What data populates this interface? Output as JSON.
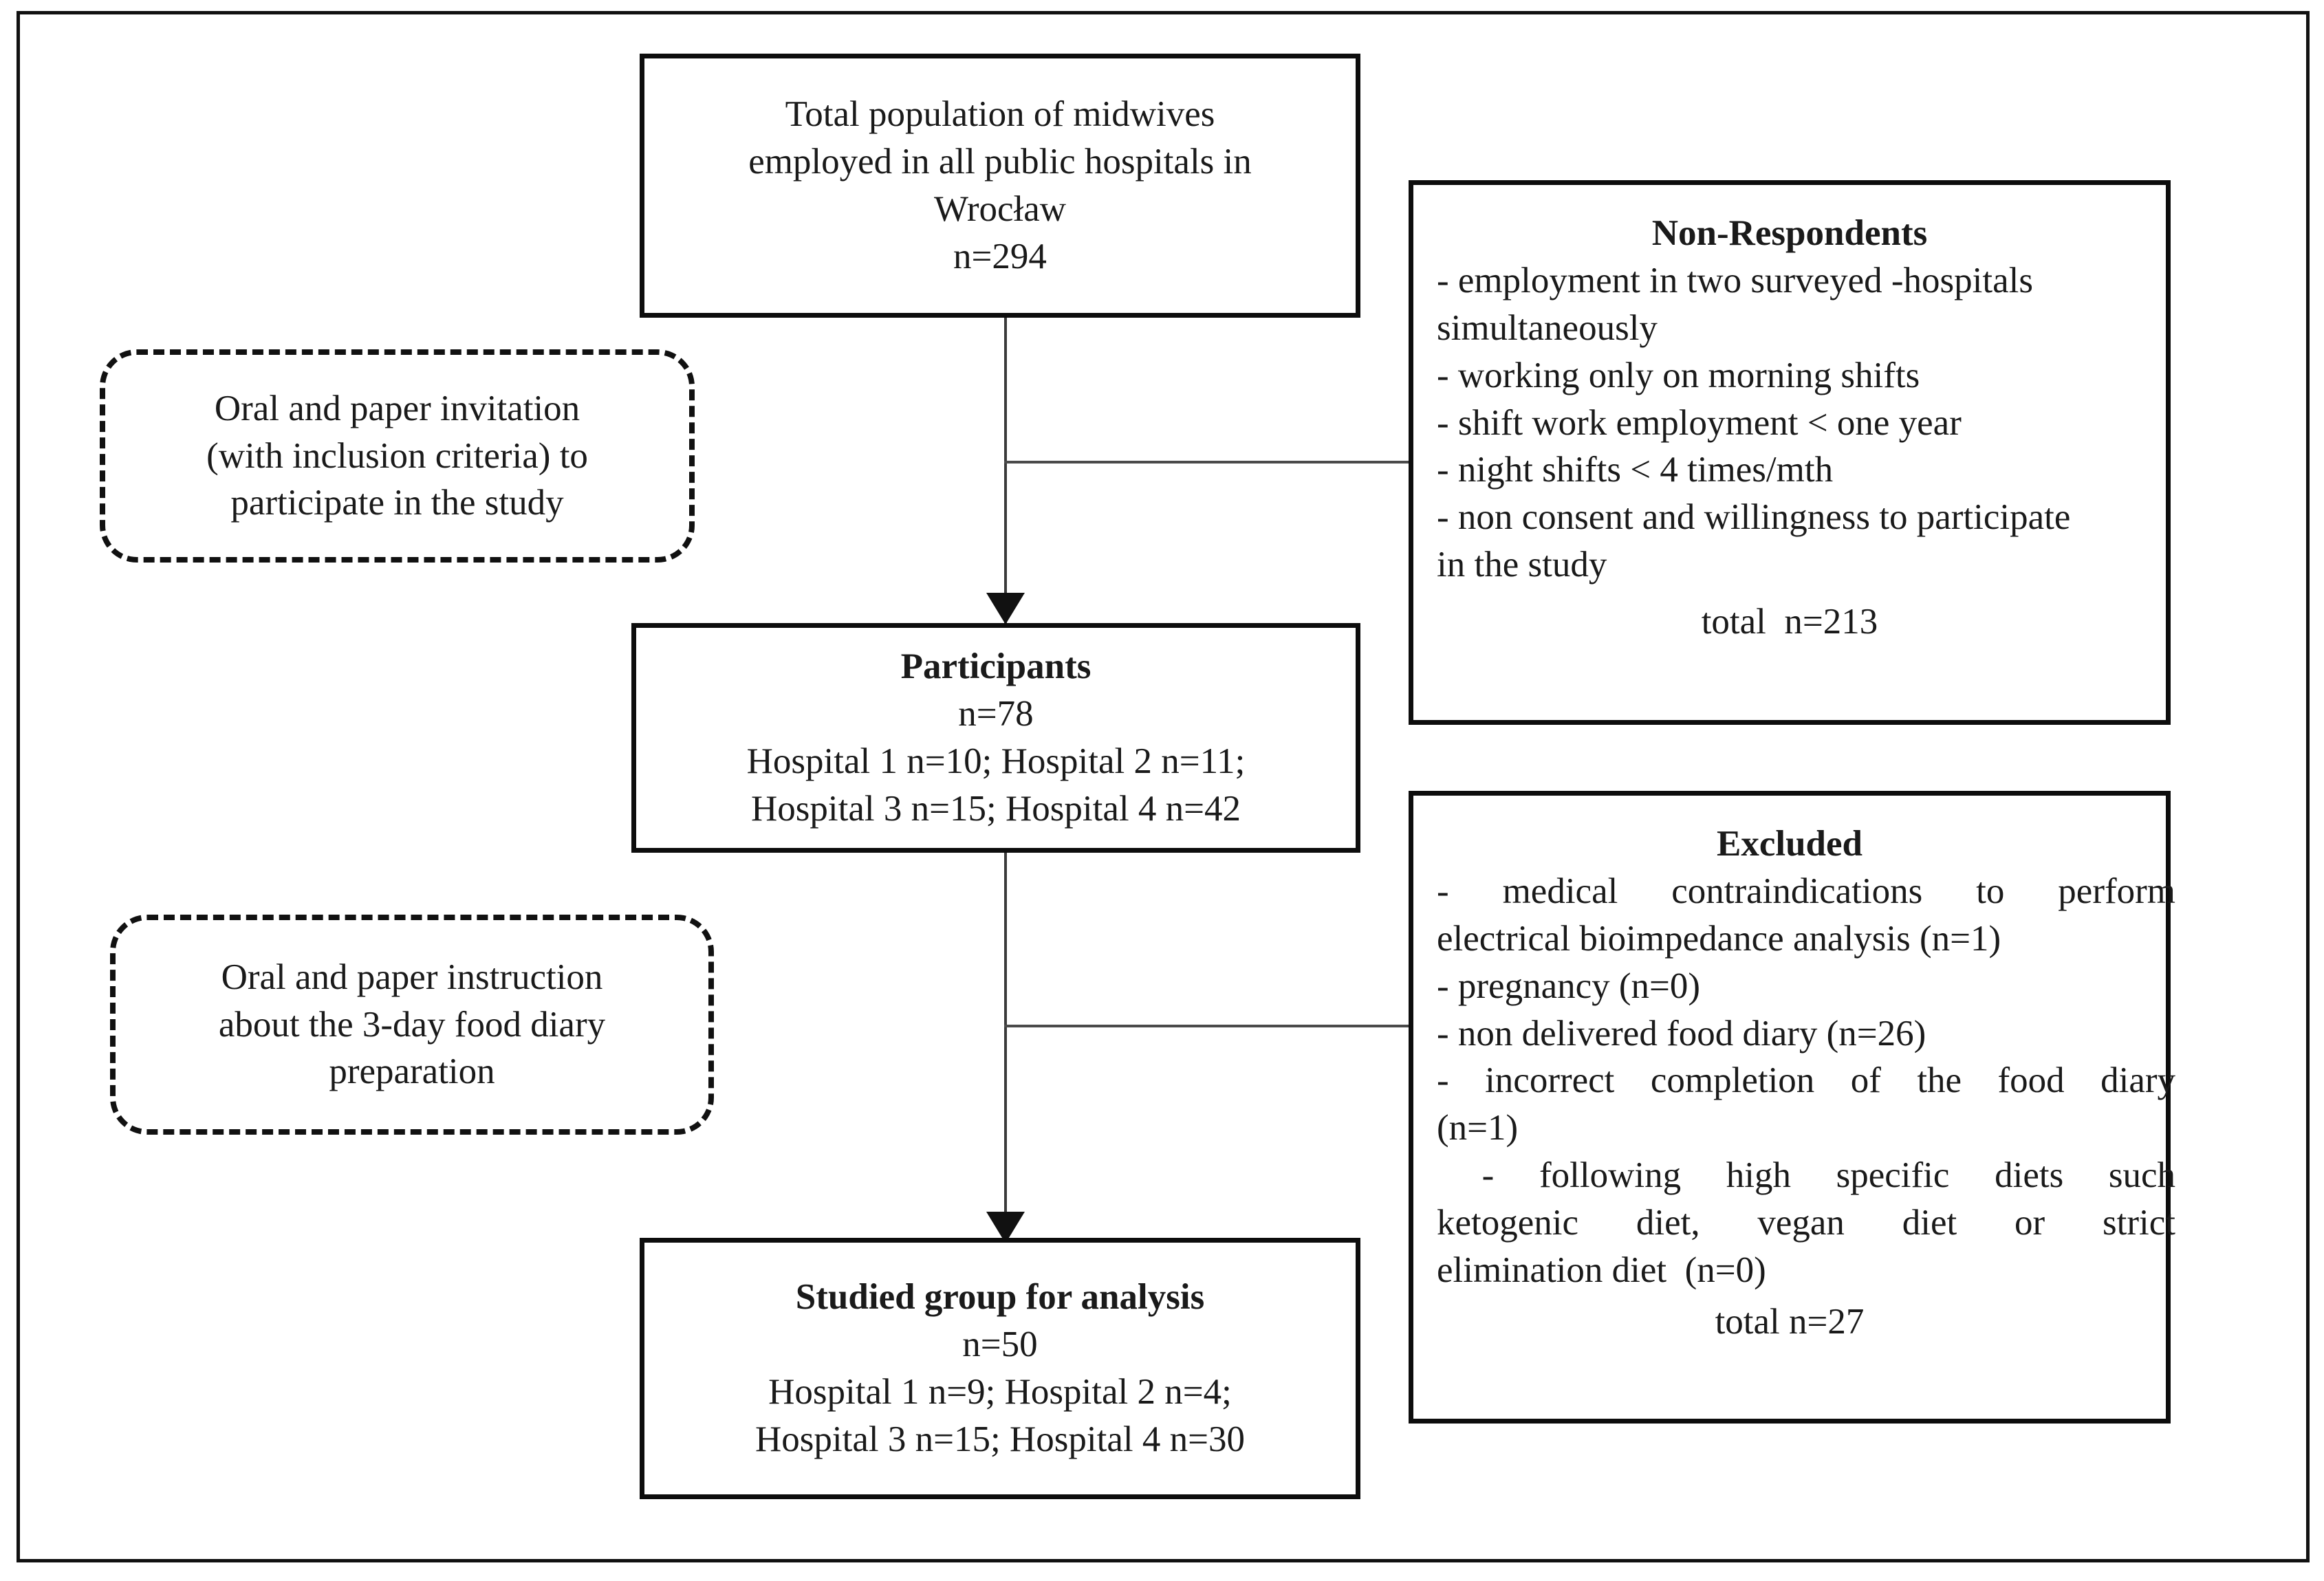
{
  "diagram": {
    "title": "Study participant flow diagram",
    "boxes": {
      "total_population": {
        "lines": [
          "Total population of midwives",
          "employed in all public hospitals in",
          "Wrocław",
          "n=294"
        ]
      },
      "non_respondents": {
        "heading": "Non-Respondents",
        "items": [
          "- employment in two surveyed -hospitals",
          "simultaneously",
          "- working only on morning shifts",
          "- shift work employment < one year",
          "- night shifts < 4 times/mth",
          "- non consent and willingness to participate",
          "in the study"
        ],
        "total": "total  n=213"
      },
      "invitation": {
        "lines": [
          "Oral and paper invitation",
          "(with inclusion criteria) to",
          "participate in the study"
        ]
      },
      "participants": {
        "heading": "Participants",
        "lines": [
          "n=78",
          "Hospital 1 n=10; Hospital 2 n=11;",
          "Hospital 3 n=15; Hospital 4 n=42"
        ]
      },
      "excluded": {
        "heading": "Excluded",
        "items": [
          "- medical contraindications to perform",
          "electrical bioimpedance analysis (n=1)",
          "- pregnancy (n=0)",
          "- non delivered food diary (n=26)",
          "- incorrect completion of the food diary",
          "(n=1)",
          " - following high specific diets such",
          "ketogenic diet, vegan diet or strict",
          "elimination diet  (n=0)"
        ],
        "total": "total n=27"
      },
      "instruction": {
        "lines": [
          "Oral and paper instruction",
          "about the 3-day food diary",
          "preparation"
        ]
      },
      "studied_group": {
        "heading": "Studied group for analysis",
        "lines": [
          "n=50",
          "Hospital 1 n=9; Hospital 2 n=4;",
          "Hospital 3 n=15; Hospital 4 n=30"
        ]
      }
    },
    "colors": {
      "border": "#0d0d0d",
      "connector": "#3a3a3a",
      "text": "#1a1a1a",
      "background": "#ffffff"
    }
  }
}
